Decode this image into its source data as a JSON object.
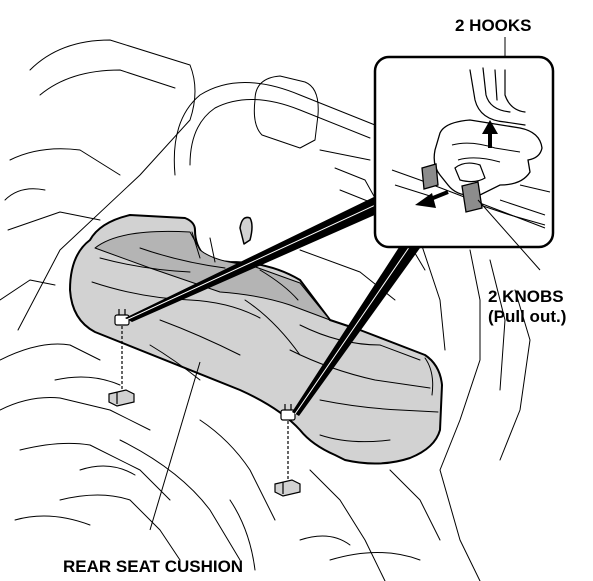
{
  "labels": {
    "hooks": "2 HOOKS",
    "knobs_line1": "2 KNOBS",
    "knobs_line2": "(Pull out.)",
    "cushion": "REAR SEAT CUSHION"
  },
  "colors": {
    "cushion_fill": "#d2d2d2",
    "cushion_shade": "#b4b4b4",
    "line": "#000000",
    "background": "#ffffff",
    "knob_fill": "#8c8c8c"
  }
}
